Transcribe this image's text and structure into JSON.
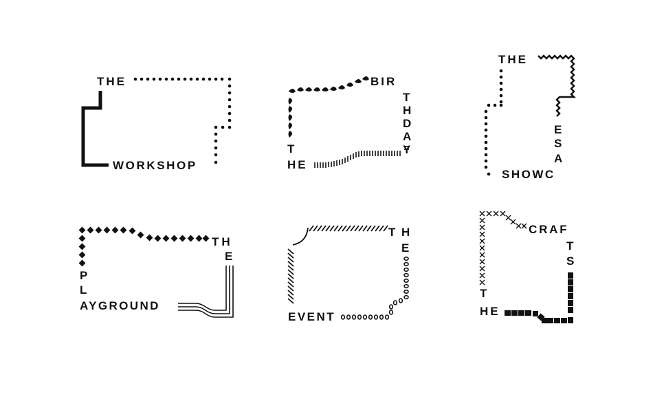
{
  "colors": {
    "background": "#ffffff",
    "ink": "#111111"
  },
  "logos": [
    {
      "id": "workshop",
      "the": "THE",
      "name": "WORKSHOP"
    },
    {
      "id": "birthday",
      "the": "THE",
      "name": "BIRTHDAY"
    },
    {
      "id": "showcase",
      "the": "THE",
      "name": "SHOWCASE"
    },
    {
      "id": "playground",
      "the": "THE",
      "name": "PLAYGROUND"
    },
    {
      "id": "event",
      "the": "THE",
      "name": "EVENT"
    },
    {
      "id": "crafts",
      "the": "THE",
      "name": "CRAFTS"
    }
  ]
}
